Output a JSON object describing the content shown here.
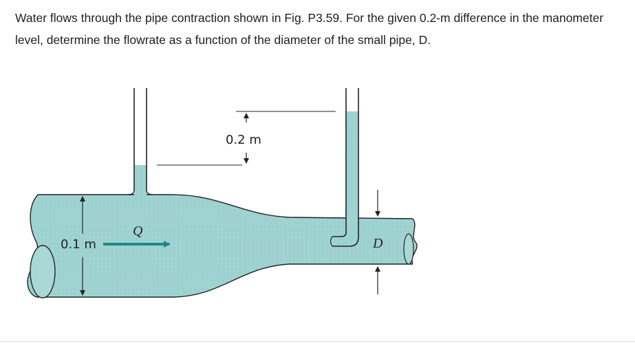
{
  "question": {
    "text": "Water flows through the pipe contraction shown in Fig. P3.59. For the given 0.2-m difference in the manometer level, determine the flowrate as a function of the diameter of the small pipe, D."
  },
  "figure": {
    "level_difference_label": "0.2 m",
    "large_diameter_label": "0.1 m",
    "flow_label": "Q",
    "small_diameter_label": "D"
  },
  "colors": {
    "water": "#9fd3d2",
    "water_shade": "#86c4c3",
    "outline": "#222222",
    "flow_arrow": "#1f8a83"
  }
}
